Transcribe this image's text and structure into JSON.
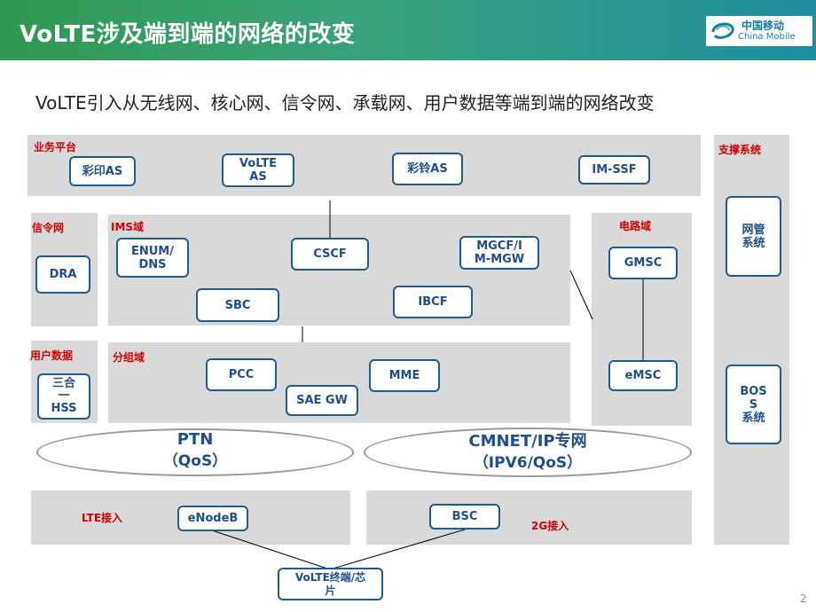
{
  "header": {
    "title": "VoLTE涉及端到端的网络的改变",
    "logo_cn": "中国移动",
    "logo_en": "China Mobile"
  },
  "subtitle": "VoLTE引入从无线网、核心网、信令网、承载网、用户数据等端到端的网络改变",
  "regions": {
    "service_platform": "业务平台",
    "support_system": "支撑系统",
    "signaling": "信令网",
    "ims": "IMS域",
    "cs": "电路域",
    "user_data": "用户数据",
    "packet": "分组域",
    "lte_access": "LTE接入",
    "access_2g": "2G接入"
  },
  "nodes": {
    "caiyin_as": "彩印AS",
    "volte_as": "VoLTE\nAS",
    "cailing_as": "彩铃AS",
    "im_ssf": "IM-SSF",
    "enum_dns": "ENUM/\nDNS",
    "cscf": "CSCF",
    "mgcf": "MGCF/I\nM-MGW",
    "sbc": "SBC",
    "ibcf": "IBCF",
    "dra": "DRA",
    "gmsc": "GMSC",
    "emsc": "eMSC",
    "pcc": "PCC",
    "mme": "MME",
    "sae_gw": "SAE GW",
    "hss": "三合\n一\nHSS",
    "nms": "网管\n系统",
    "boss": "BOS\nS\n系统",
    "enodeb": "eNodeB",
    "bsc": "BSC",
    "terminal": "VoLTE终端/芯\n片"
  },
  "bearer": {
    "ptn": {
      "line1": "PTN",
      "line2": "（QoS）"
    },
    "cmnet": {
      "line1": "CMNET/IP专网",
      "line2": "（IPV6/QoS）"
    }
  },
  "page_number": "2",
  "colors": {
    "header_start": "#2f9a52",
    "header_end": "#1f8fa0",
    "node_border": "#1f5c8f",
    "node_text": "#1f4e8c",
    "region_bg": "#d9d9d9",
    "label_red": "#d40000"
  }
}
